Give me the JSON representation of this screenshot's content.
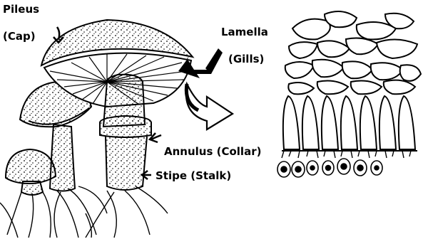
{
  "labels": {
    "pileus": "Pileus",
    "cap": "(Cap)",
    "lamella": "Lamella",
    "gills": "(Gills)",
    "annulus": "Annulus (Collar)",
    "stipe": "Stipe (Stalk)"
  }
}
